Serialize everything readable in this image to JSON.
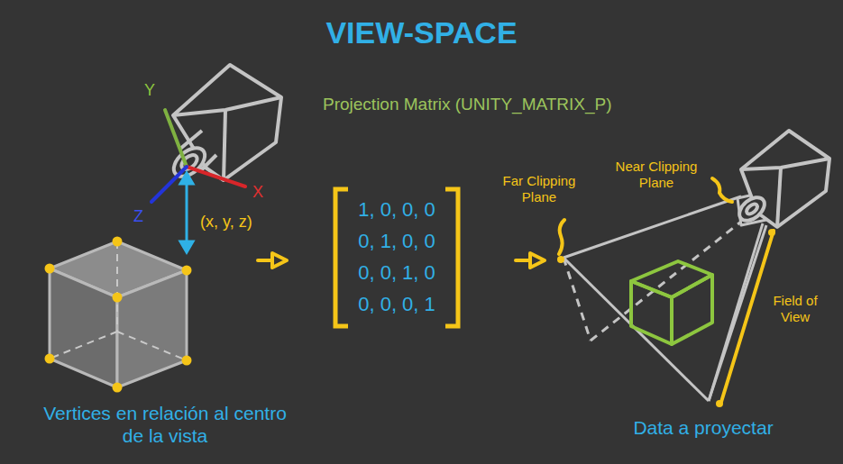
{
  "diagram": {
    "title": "VIEW-SPACE",
    "labels": [
      "Y",
      "X",
      "Z",
      "(x, y, z)",
      "Projection Matrix (UNITY_MATRIX_P)",
      "1, 0, 0, 0",
      "0, 1, 0, 0",
      "0, 0, 1, 0",
      "0, 0, 0, 1",
      "Vertices en relación al centro de la vista",
      "Far Clipping Plane",
      "Near Clipping Plane",
      "Field of View",
      "Data a proyectar"
    ]
  }
}
